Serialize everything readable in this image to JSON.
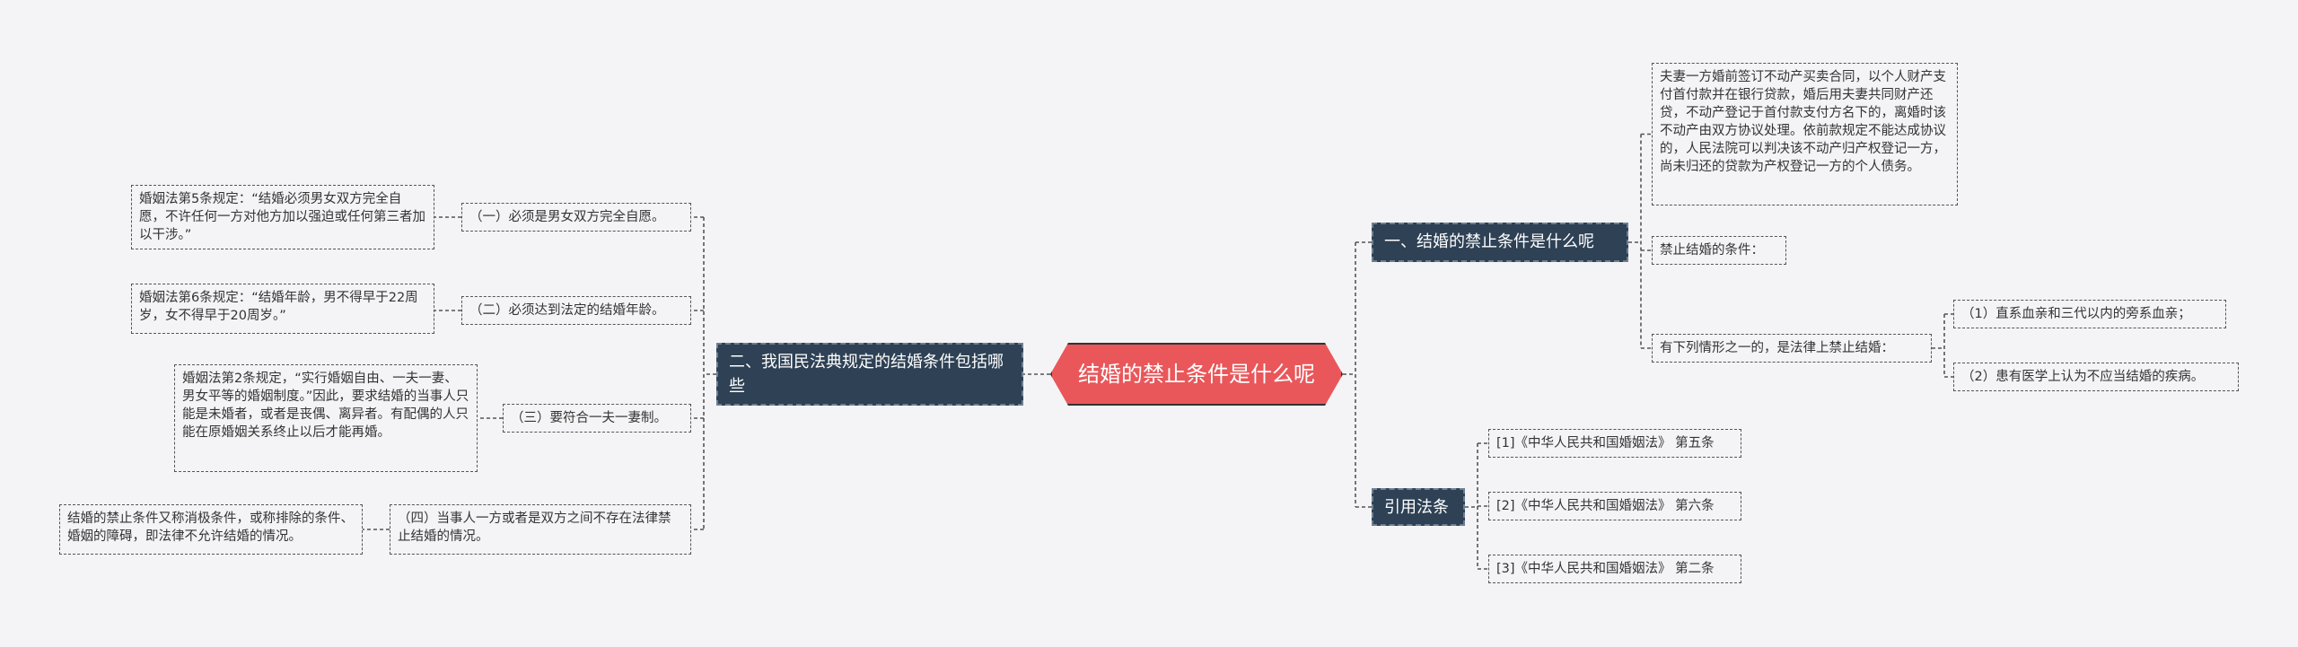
{
  "root": {
    "label": "结婚的禁止条件是什么呢"
  },
  "right": {
    "branch1": {
      "label": "一、结婚的禁止条件是什么呢",
      "note": "夫妻一方婚前签订不动产买卖合同，以个人财产支付首付款并在银行贷款，婚后用夫妻共同财产还贷，不动产登记于首付款支付方名下的，离婚时该不动产由双方协议处理。依前款规定不能达成协议的，人民法院可以判决该不动产归产权登记一方，尚未归还的贷款为产权登记一方的个人债务。",
      "conditions_label": "禁止结婚的条件：",
      "forbidden_label": "有下列情形之一的，是法律上禁止结婚：",
      "forbidden_items": [
        "（1）直系血亲和三代以内的旁系血亲；",
        "（2）患有医学上认为不应当结婚的疾病。"
      ]
    },
    "branch2": {
      "label": "引用法条",
      "items": [
        "[1]《中华人民共和国婚姻法》 第五条",
        "[2]《中华人民共和国婚姻法》 第六条",
        "[3]《中华人民共和国婚姻法》 第二条"
      ]
    }
  },
  "left": {
    "branch": {
      "label": "二、我国民法典规定的结婚条件包括哪些",
      "items": [
        {
          "label": "（一）必须是男女双方完全自愿。",
          "detail": "婚姻法第5条规定：“结婚必须男女双方完全自愿，不许任何一方对他方加以强迫或任何第三者加以干涉。”"
        },
        {
          "label": "（二）必须达到法定的结婚年龄。",
          "detail": "婚姻法第6条规定：“结婚年龄，男不得早于22周岁，女不得早于20周岁。”"
        },
        {
          "label": "（三）要符合一夫一妻制。",
          "detail": "婚姻法第2条规定，“实行婚姻自由、一夫一妻、男女平等的婚姻制度。”因此，要求结婚的当事人只能是未婚者，或者是丧偶、离异者。有配偶的人只能在原婚姻关系终止以后才能再婚。"
        },
        {
          "label": "（四）当事人一方或者是双方之间不存在法律禁止结婚的情况。",
          "detail": "结婚的禁止条件又称消极条件，或称排除的条件、婚姻的障碍，即法律不允许结婚的情况。"
        }
      ]
    }
  },
  "colors": {
    "background": "#f4f4f6",
    "root": "#e9575a",
    "branch": "#2e4155",
    "line": "#555555"
  }
}
